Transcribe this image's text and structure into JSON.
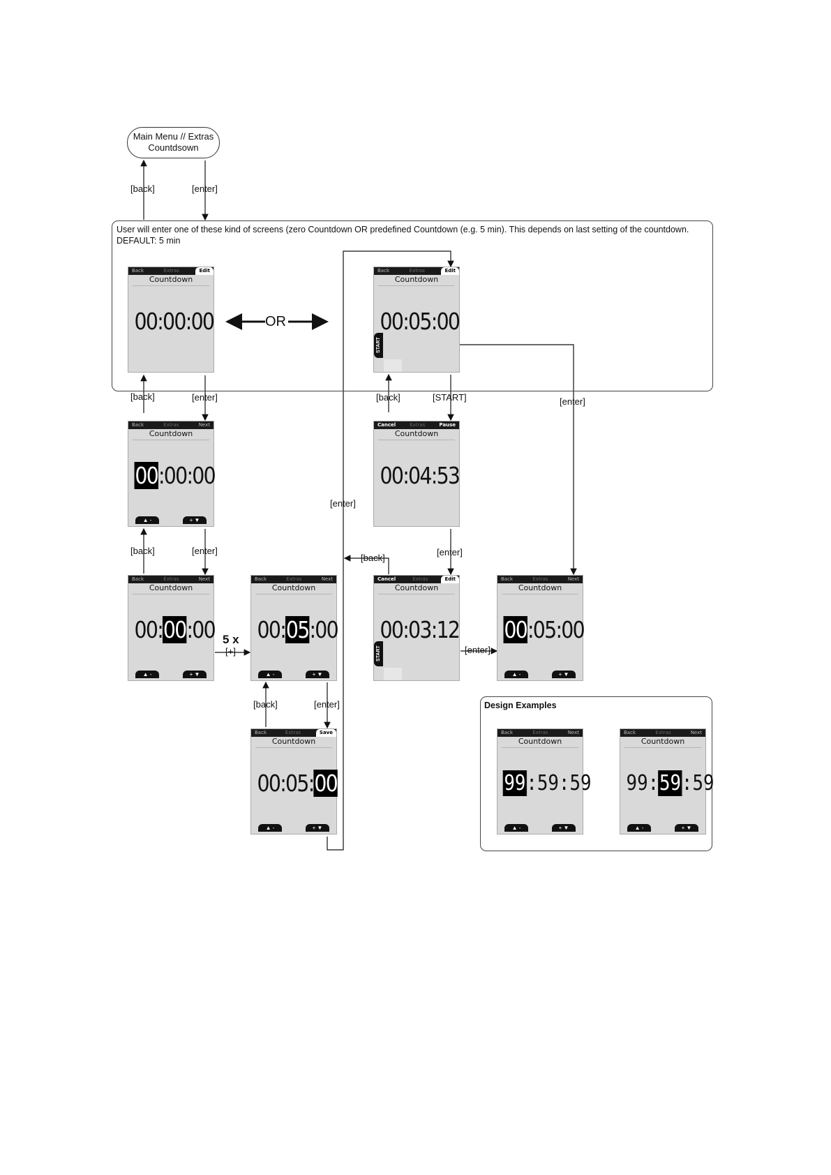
{
  "start_node": {
    "line1": "Main Menu // Extras",
    "line2": "Countdsown"
  },
  "note": {
    "line1": "User will enter one of these kind of screens (zero Countdown OR predefined Countdown (e.g. 5 min). This depends on last setting of the countdown.",
    "line2": "DEFAULT: 5 min"
  },
  "or_label": "OR",
  "five_x": "5 x",
  "design_title": "Design Examples",
  "labels": {
    "back": "[back]",
    "enter": "[enter]",
    "start": "[START]",
    "plus": "[+]"
  },
  "common": {
    "title": "Countdown",
    "extras": "Extras",
    "back": "Back",
    "next": "Next",
    "edit": "Edit",
    "cancel": "Cancel",
    "pause": "Pause",
    "save": "Save",
    "start_side": "START",
    "minus_btn": "▲ -",
    "plus_btn": "+ ▼"
  },
  "screens": {
    "s1": {
      "time": "00:00:00"
    },
    "s2": {
      "time": "00:05:00"
    },
    "s3": {
      "pre": "",
      "hl": "00",
      "post": ":00:00"
    },
    "s4": {
      "time": "00:04:53"
    },
    "s5": {
      "pre": "00:",
      "hl": "00",
      "post": ":00"
    },
    "s6": {
      "pre": "00:",
      "hl": "05",
      "post": ":00"
    },
    "s7": {
      "time": "00:03:12"
    },
    "s8": {
      "pre": "",
      "hl": "00",
      "post": ":05:00"
    },
    "s9": {
      "pre": "00:05:",
      "hl": "00",
      "post": ""
    },
    "d1": {
      "pre": "",
      "hl": "99",
      "post": ":59:59"
    },
    "d2": {
      "pre": "99:",
      "hl": "59",
      "post": ":59"
    }
  }
}
